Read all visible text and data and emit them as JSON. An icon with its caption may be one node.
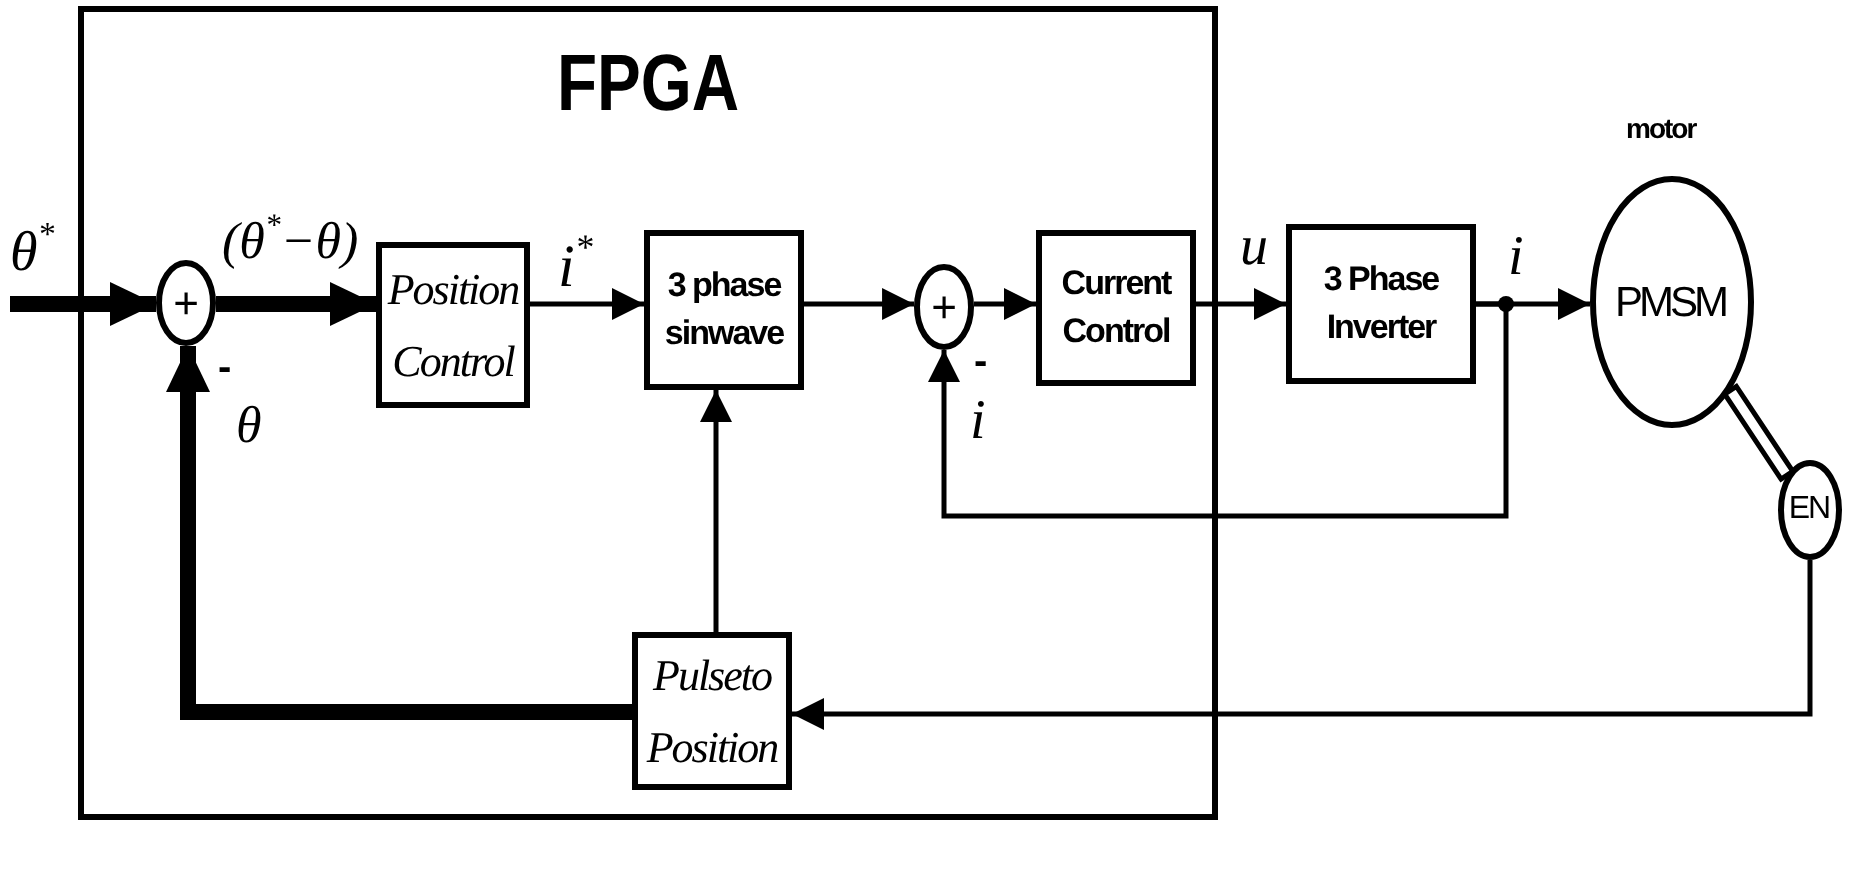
{
  "diagram": {
    "nodes": [
      {
        "text": [
          "FPGA"
        ]
      },
      {
        "text": [
          "+"
        ],
        "in": 0
      },
      {
        "text": [
          "Position Control"
        ],
        "in": 0
      },
      {
        "text": [
          "3 phase sinwave"
        ],
        "in": 0
      },
      {
        "text": [
          "+"
        ],
        "in": 0
      },
      {
        "text": [
          "Current Control"
        ],
        "in": 0
      },
      {
        "text": [
          "3 Phase Inverter"
        ]
      },
      {
        "text": [
          "PMSM"
        ],
        "beside": [
          "motor"
        ]
      },
      {
        "text": [
          "EN"
        ]
      },
      {
        "text": [
          "Pulseto Position"
        ],
        "in": 0
      }
    ],
    "edges": [
      {
        "from": null,
        "to": 1,
        "arrow": "to",
        "label": "θ$^{*}$",
        "style": "thick"
      },
      {
        "from": 1,
        "to": 2,
        "arrow": "to",
        "label": "(θ$^{*}$−θ)",
        "style": "thick"
      },
      {
        "from": 2,
        "to": 3,
        "arrow": "to",
        "label": "i$^{*}$"
      },
      {
        "from": 3,
        "to": 4,
        "arrow": "to"
      },
      {
        "from": 4,
        "to": 5,
        "arrow": "to"
      },
      {
        "from": 5,
        "to": 6,
        "arrow": "to",
        "label": "u"
      },
      {
        "from": 6,
        "to": 7,
        "arrow": "to",
        "label": "i"
      },
      {
        "from": 6,
        "to": 4,
        "arrow": "to",
        "label": "i"
      },
      {
        "from": 7,
        "to": 8,
        "arrow": "none"
      },
      {
        "from": 8,
        "to": 9,
        "arrow": "to"
      },
      {
        "from": 9,
        "to": 3,
        "arrow": "to"
      },
      {
        "from": 9,
        "to": 1,
        "arrow": "to",
        "label": "θ",
        "style": "thick"
      }
    ],
    "labels": [
      "-",
      "-"
    ]
  }
}
